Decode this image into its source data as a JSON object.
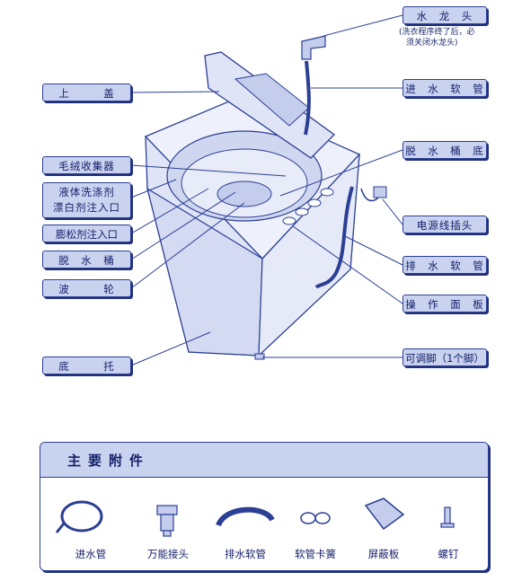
{
  "labels": {
    "faucet": "水　龙　头",
    "faucet_note_1": "(洗衣程序终了后，必",
    "faucet_note_2": "须关闭水龙头)",
    "inlet_hose": "进　水　软　管",
    "dewater_tub_bottom": "脱　水　桶　底",
    "power_plug": "电源线插头",
    "drain_hose": "排　水　软　管",
    "control_panel": "操　作　面　板",
    "adjustable_foot": "可调脚（1个脚）",
    "top_cover": "上　　　盖",
    "lint_collector": "毛绒收集器",
    "detergent_inlet_1": "液体洗涤剂",
    "detergent_inlet_2": "漂白剂注入口",
    "softener_inlet": "膨松剂注入口",
    "dewater_tub": "脱　水　桶",
    "pulsator": "波　　　轮",
    "base": "底　　　托"
  },
  "accessories": {
    "title": "主要附件",
    "items": [
      {
        "label": "进水管"
      },
      {
        "label": "万能接头"
      },
      {
        "label": "排水软管"
      },
      {
        "label": "软管卡簧"
      },
      {
        "label": "屏蔽板"
      },
      {
        "label": "螺钉"
      }
    ]
  },
  "colors": {
    "label_fill": "#c9d2ef",
    "line": "#2b3f94",
    "machine_fill": "#dfe4f6"
  }
}
